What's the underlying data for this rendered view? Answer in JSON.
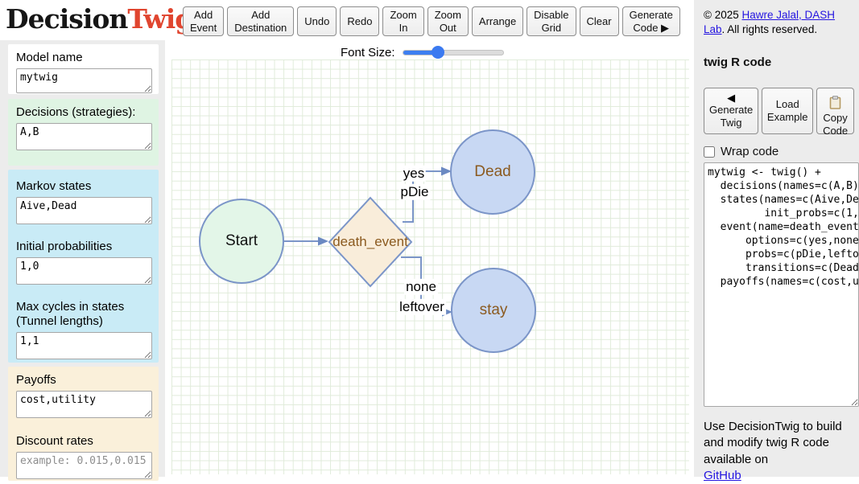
{
  "logo": {
    "part1": "Decision",
    "part2": "Twig"
  },
  "toolbar": {
    "buttons": [
      "Add\nEvent",
      "Add\nDestination",
      "Undo",
      "Redo",
      "Zoom\nIn",
      "Zoom\nOut",
      "Arrange",
      "Disable\nGrid",
      "Clear",
      "Generate\nCode ▶"
    ]
  },
  "canvas_header": {
    "font_size_label": "Font Size:",
    "slider_percent": 34
  },
  "sidebar": {
    "model_name": {
      "label": "Model name",
      "value": "mytwig"
    },
    "decisions": {
      "label": "Decisions (strategies):",
      "value": "A,B"
    },
    "markov_states": {
      "label": "Markov states",
      "value": "Aive,Dead"
    },
    "initial_probs": {
      "label": "Initial probabilities",
      "value": "1,0"
    },
    "max_cycles": {
      "label": "Max cycles in states (Tunnel lengths)",
      "value": "1,1"
    },
    "payoffs": {
      "label": "Payoffs",
      "value": "cost,utility"
    },
    "discount_rates": {
      "label": "Discount rates",
      "placeholder": "example: 0.015,0.015"
    },
    "section_colors": {
      "model": "#ffffff",
      "decisions": "#dff4e3",
      "states": "#c9ebf6",
      "payoffs": "#faf0da"
    }
  },
  "diagram": {
    "stroke_color": "#7b95c8",
    "nodes": [
      {
        "id": "start",
        "label": "Start",
        "shape": "circle",
        "fill": "#e3f6e8",
        "text_color": "#111111"
      },
      {
        "id": "death_event",
        "label": "death_event",
        "shape": "diamond",
        "fill": "#f9edda",
        "text_color": "#8b5a1f"
      },
      {
        "id": "dead",
        "label": "Dead",
        "shape": "circle",
        "fill": "#c8d8f3",
        "text_color": "#8b5a1f"
      },
      {
        "id": "stay",
        "label": "stay",
        "shape": "circle",
        "fill": "#c8d8f3",
        "text_color": "#8b5a1f"
      }
    ],
    "edges": [
      {
        "from": "start",
        "to": "death_event",
        "labels": []
      },
      {
        "from": "death_event",
        "to": "dead",
        "labels": [
          "yes",
          "pDie"
        ]
      },
      {
        "from": "death_event",
        "to": "stay",
        "labels": [
          "none",
          "leftover"
        ]
      }
    ]
  },
  "right_panel": {
    "copyright": {
      "prefix": "© 2025 ",
      "link": "Hawre Jalal, DASH Lab",
      "suffix": ". All rights reserved."
    },
    "heading": "twig R code",
    "icons": {
      "left_triangle": "◀"
    },
    "buttons": {
      "generate": "Generate\nTwig",
      "load": "Load\nExample",
      "copy": "Copy\nCode"
    },
    "wrap_code_label": "Wrap code",
    "code": "mytwig <- twig() +\n  decisions(names=c(A,B)) +\n  states(names=c(Aive,Dead),\n         init_probs=c(1,0)) +\n  event(name=death_event,\n      options=c(yes,none),\n      probs=c(pDie,leftover),\n      transitions=c(Dead,stay)) +\n  payoffs(names=c(cost,utility))",
    "footer": {
      "text": "Use DecisionTwig to build and modify twig R code available on ",
      "link": "GitHub"
    }
  }
}
